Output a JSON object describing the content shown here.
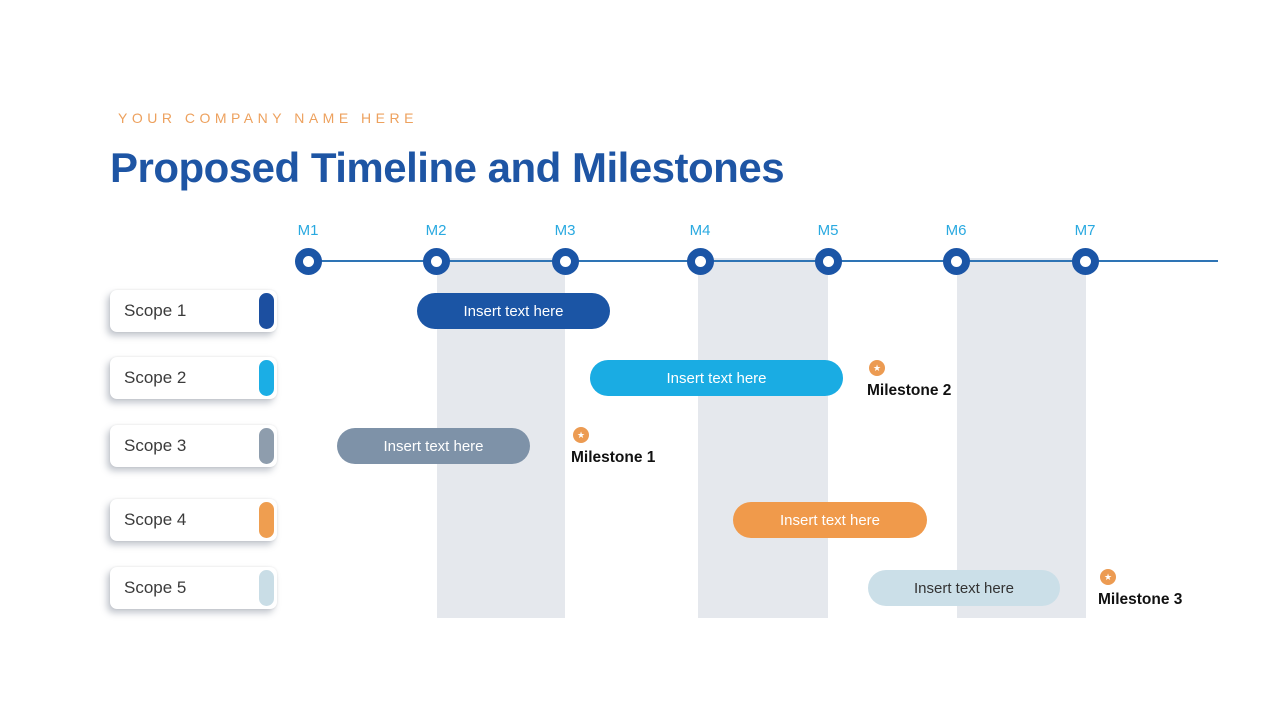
{
  "header": {
    "company_name": "YOUR COMPANY NAME HERE",
    "title": "Proposed Timeline and Milestones"
  },
  "colors": {
    "title_blue": "#1E55A4",
    "company_orange": "#EDA15E",
    "axis_line": "#2E74B5",
    "marker_dot": "#1B55A6",
    "marker_label": "#29A9E0",
    "band_gray": "#E5E8ED"
  },
  "timeline": {
    "markers": [
      {
        "label": "M1"
      },
      {
        "label": "M2"
      },
      {
        "label": "M3"
      },
      {
        "label": "M4"
      },
      {
        "label": "M5"
      },
      {
        "label": "M6"
      },
      {
        "label": "M7"
      }
    ]
  },
  "scopes": [
    {
      "label": "Scope 1",
      "accent_color": "#1C4FA0"
    },
    {
      "label": "Scope 2",
      "accent_color": "#1BAEE5"
    },
    {
      "label": "Scope 3",
      "accent_color": "#8E9DAD"
    },
    {
      "label": "Scope 4",
      "accent_color": "#EF9E50"
    },
    {
      "label": "Scope 5",
      "accent_color": "#C9DDE6"
    }
  ],
  "bars": [
    {
      "label": "Insert text here",
      "color": "#1B55A5",
      "text_color": "#FFFFFF"
    },
    {
      "label": "Insert text here",
      "color": "#1AACE3",
      "text_color": "#FFFFFF"
    },
    {
      "label": "Insert text here",
      "color": "#7E92A8",
      "text_color": "#FFFFFF"
    },
    {
      "label": "Insert text here",
      "color": "#F09A4B",
      "text_color": "#FFFFFF"
    },
    {
      "label": "Insert text here",
      "color": "#CBDFE8",
      "text_color": "#333333"
    }
  ],
  "milestones": [
    {
      "label": "Milestone 1",
      "star_icon": "star",
      "star_color": "#EC9B52"
    },
    {
      "label": "Milestone 2",
      "star_icon": "star",
      "star_color": "#EC9B52"
    },
    {
      "label": "Milestone 3",
      "star_icon": "star",
      "star_color": "#EC9B52"
    }
  ]
}
